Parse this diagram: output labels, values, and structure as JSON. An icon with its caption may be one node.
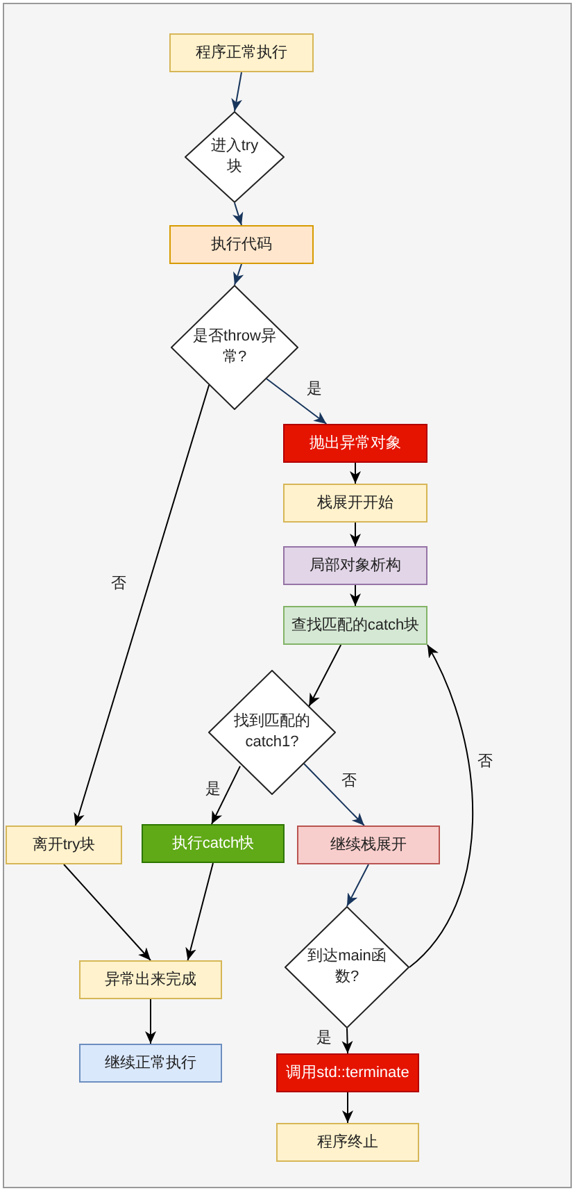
{
  "diagram": {
    "nodes": [
      {
        "text": [
          "程序正常执行"
        ]
      },
      {
        "text": [
          "进入try块"
        ]
      },
      {
        "text": [
          "执行代码"
        ]
      },
      {
        "text": [
          "是否throw异常?"
        ]
      },
      {
        "text": [
          "抛出异常对象"
        ]
      },
      {
        "text": [
          "栈展开开始"
        ]
      },
      {
        "text": [
          "局部对象析构"
        ]
      },
      {
        "text": [
          "查找匹配的catch块"
        ]
      },
      {
        "text": [
          "找到匹配的catch1?"
        ]
      },
      {
        "text": [
          "离开try块"
        ]
      },
      {
        "text": [
          "执行catch快"
        ]
      },
      {
        "text": [
          "继续栈展开"
        ]
      },
      {
        "text": [
          "到达main函数?"
        ]
      },
      {
        "text": [
          "异常出来完成"
        ]
      },
      {
        "text": [
          "继续正常执行"
        ]
      },
      {
        "text": [
          "调用std::terminate"
        ]
      },
      {
        "text": [
          "程序终止"
        ]
      }
    ],
    "edges": [
      {
        "from": 0,
        "to": 1,
        "arrow": "to",
        "color": "#18355c"
      },
      {
        "from": 1,
        "to": 2,
        "arrow": "to",
        "color": "#18355c"
      },
      {
        "from": 2,
        "to": 3,
        "arrow": "to",
        "color": "#18355c"
      },
      {
        "from": 3,
        "to": 4,
        "arrow": "to",
        "label": "是",
        "color": "#18355c"
      },
      {
        "from": 4,
        "to": 5,
        "arrow": "to"
      },
      {
        "from": 5,
        "to": 6,
        "arrow": "to"
      },
      {
        "from": 6,
        "to": 7,
        "arrow": "to"
      },
      {
        "from": 7,
        "to": 8,
        "arrow": "to"
      },
      {
        "from": 8,
        "to": 10,
        "arrow": "to",
        "label": "是"
      },
      {
        "from": 8,
        "to": 11,
        "arrow": "to",
        "label": "否",
        "color": "#18355c"
      },
      {
        "from": 3,
        "to": 9,
        "arrow": "to",
        "label": "否"
      },
      {
        "from": 11,
        "to": 12,
        "arrow": "to",
        "color": "#18355c"
      },
      {
        "from": 12,
        "to": 15,
        "arrow": "to",
        "label": "是"
      },
      {
        "from": 12,
        "to": 7,
        "arrow": "to",
        "label": "否"
      },
      {
        "from": 9,
        "to": 13,
        "arrow": "to"
      },
      {
        "from": 10,
        "to": 13,
        "arrow": "to"
      },
      {
        "from": 13,
        "to": 14,
        "arrow": "to"
      },
      {
        "from": 15,
        "to": 16,
        "arrow": "to"
      }
    ]
  }
}
